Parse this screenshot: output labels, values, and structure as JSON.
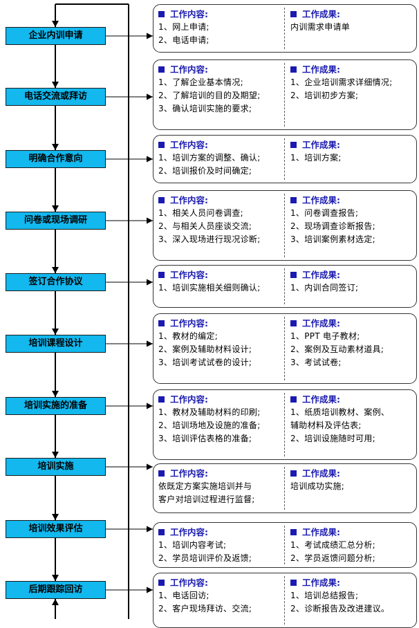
{
  "colors": {
    "step_fill": "#12b8ee",
    "header_text": "#1a1ab0",
    "line": "#000000"
  },
  "steps": [
    {
      "label": "企业内训申请",
      "content_header": "工作内容:",
      "content": [
        "1、网上申请;",
        "2、电话申请;"
      ],
      "result_header": "工作成果:",
      "results": [
        "内训需求申请单"
      ]
    },
    {
      "label": "电话交流或拜访",
      "content_header": "工作内容:",
      "content": [
        "1、了解企业基本情况;",
        "2、了解培训的目的及期望;",
        "3、确认培训实施的要求;"
      ],
      "result_header": "工作成果:",
      "results": [
        "1、企业培训需求详细情况;",
        "2、培训初步方案;"
      ]
    },
    {
      "label": "明确合作意向",
      "content_header": "工作内容:",
      "content": [
        "1、培训方案的调整、确认;",
        "2、培训报价及时间确定;"
      ],
      "result_header": "工作成果:",
      "results": [
        "1、培训方案;"
      ]
    },
    {
      "label": "问卷或现场调研",
      "content_header": "工作内容:",
      "content": [
        "1、相关人员问卷调查;",
        "2、与相关人员座谈交流;",
        "3、深入现场进行现况诊断;"
      ],
      "result_header": "工作成果:",
      "results": [
        "1、问卷调查报告;",
        "2、现场调查诊断报告;",
        "3、培训案例素材选定;"
      ]
    },
    {
      "label": "签订合作协议",
      "content_header": "工作内容:",
      "content": [
        "1、培训实施相关细则确认;"
      ],
      "result_header": "工作成果:",
      "results": [
        "1、内训合同签订;"
      ]
    },
    {
      "label": "培训课程设计",
      "content_header": "工作内容:",
      "content": [
        "1、教材的编定;",
        "2、案例及辅助材料设计;",
        "3、培训考试试卷的设计;"
      ],
      "result_header": "工作成果:",
      "results": [
        "1、PPT 电子教材;",
        "2、案例及互动素材道具;",
        "3、考试试卷;"
      ]
    },
    {
      "label": "培训实施的准备",
      "content_header": "工作内容:",
      "content": [
        "1、教材及辅助材料的印刷;",
        "2、培训场地及设施的准备;",
        "3、培训评估表格的准备;"
      ],
      "result_header": "工作成果:",
      "results": [
        "1、纸质培训教材、案例、",
        "   辅助材料及评估表;",
        "2、培训设施随时可用;"
      ]
    },
    {
      "label": "培训实施",
      "content_header": "工作内容:",
      "content": [
        "   依既定方案实施培训并与",
        "   客户对培训过程进行监督;"
      ],
      "result_header": "工作成果:",
      "results": [
        "   培训成功实施;"
      ]
    },
    {
      "label": "培训效果评估",
      "content_header": "工作内容:",
      "content": [
        "1、培训内容考试;",
        "2、学员培训评价及返馈;"
      ],
      "result_header": "工作成果:",
      "results": [
        "1、考试成绩汇总分析;",
        "2、学员返馈问题分析;"
      ]
    },
    {
      "label": "后期跟踪回访",
      "content_header": "工作内容:",
      "content": [
        "1、电话回访;",
        "2、客户现场拜访、交流;"
      ],
      "result_header": "工作成果:",
      "results": [
        "1、培训总结报告;",
        "2、诊断报告及改进建议。"
      ]
    }
  ]
}
